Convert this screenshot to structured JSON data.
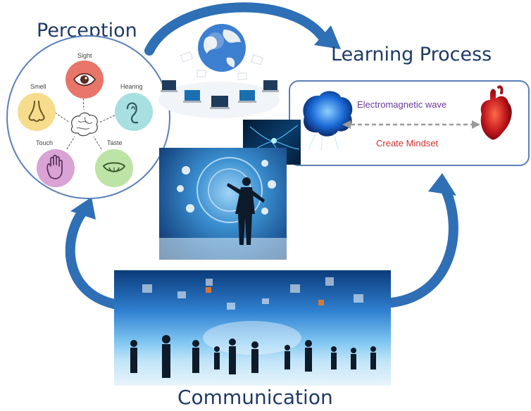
{
  "titles": {
    "perception": "Perception",
    "learning": "Learning Process",
    "communication": "Communication"
  },
  "senses": {
    "sight": "Sight",
    "hearing": "Hearing",
    "smell": "Smell",
    "touch": "Touch",
    "taste": "Taste"
  },
  "learning_box": {
    "wave_label": "Electromagnetic wave",
    "mindset_label": "Create Mindset"
  },
  "colors": {
    "arrow_blue": "#2f6fb5",
    "sight": "#e8756a",
    "hearing": "#a8dfe0",
    "smell": "#f6dc8c",
    "touch": "#d9a3d6",
    "taste": "#bde3a6",
    "wave_text": "#6a3a9a",
    "mindset_text": "#d43030"
  },
  "icons": [
    "eye-icon",
    "ear-icon",
    "nose-icon",
    "hand-icon",
    "mouth-icon",
    "brain-icon",
    "heart-icon",
    "globe-icon",
    "laptop-icon"
  ]
}
